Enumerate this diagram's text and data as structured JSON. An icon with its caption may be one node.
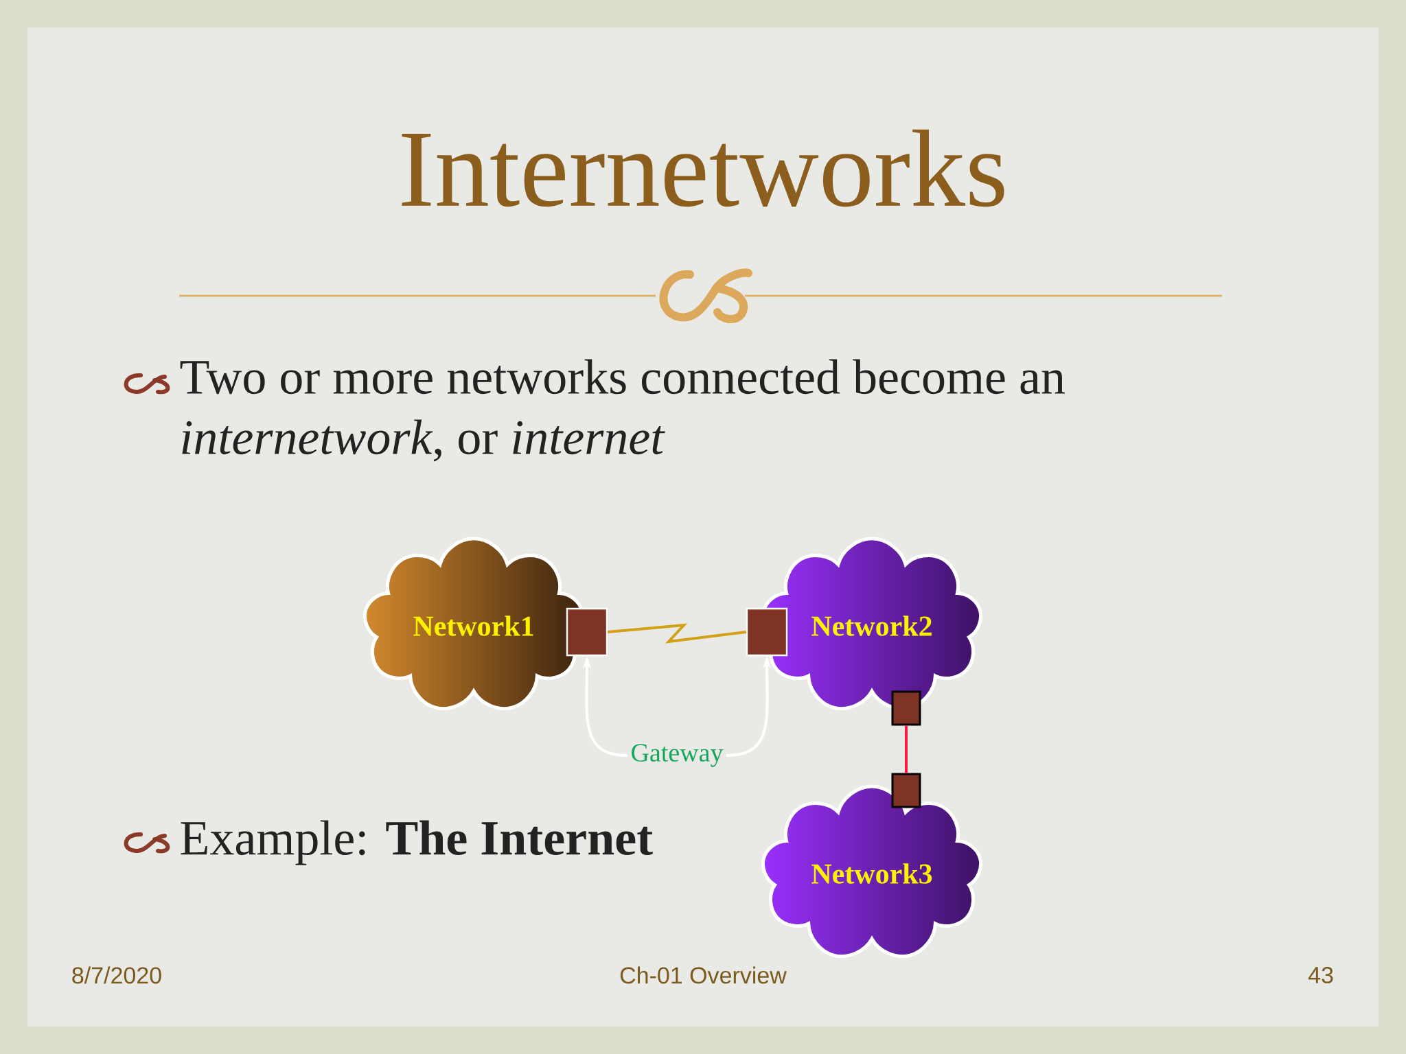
{
  "diagram": {
    "title": "Internetworks",
    "nodes": [
      {
        "text": [
          "Network1"
        ]
      },
      {
        "text": [],
        "shape": "box"
      },
      {
        "text": [],
        "shape": "box"
      },
      {
        "text": [
          "Network2"
        ]
      },
      {
        "text": [],
        "shape": "box"
      },
      {
        "text": [
          "Gateway"
        ]
      },
      {
        "text": [],
        "shape": "box"
      },
      {
        "text": [
          "Network3"
        ]
      }
    ],
    "edges": [
      {
        "from": 1,
        "to": 2,
        "arrow": "none",
        "color": "#d4a017"
      },
      {
        "from": 5,
        "to": 1,
        "arrow": "to"
      },
      {
        "from": 5,
        "to": 2,
        "arrow": "to"
      },
      {
        "from": 4,
        "to": 6,
        "arrow": "none",
        "color": "#ff1744"
      }
    ],
    "labels": [
      "Two or more networks connected become an *internetwork*, or *internet*",
      "Example: **The Internet**",
      "8/7/2020",
      "Ch-01 Overview",
      "43"
    ]
  }
}
